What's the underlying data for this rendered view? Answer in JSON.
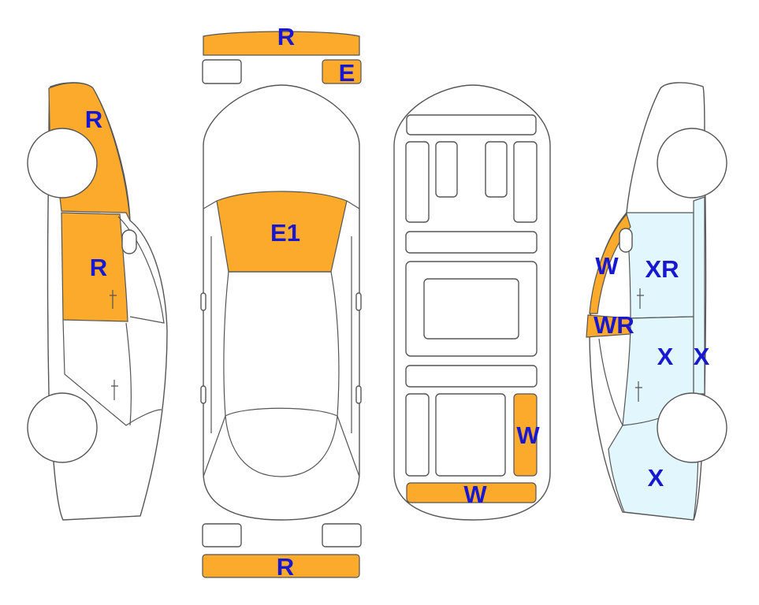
{
  "colors": {
    "damage": "#FBAA2C",
    "scratch_zone": "#E2F6FD",
    "outline": "#555555",
    "label": "#1818D0"
  },
  "labels": {
    "rear_bumper_top": "R",
    "rear_left_light": "E",
    "hood": "E1",
    "left_rear_quarter": "R",
    "left_rear_door": "R",
    "trunk_right": "W",
    "front_bumper_inner": "W",
    "front_bumper": "R",
    "right_a_pillar": "W",
    "right_rear_door": "XR",
    "right_sill": "WR",
    "right_front_door": "X",
    "right_front_fender_edge": "X",
    "right_front_fender": "X"
  }
}
